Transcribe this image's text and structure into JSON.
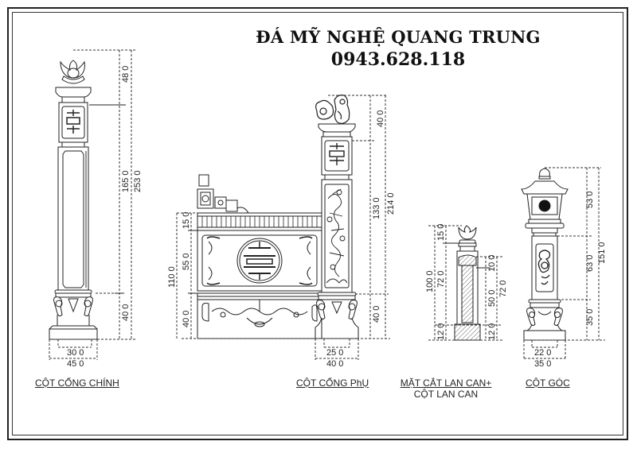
{
  "header": {
    "company": "ĐÁ MỸ NGHỆ QUANG TRUNG",
    "phone": "0943.628.118"
  },
  "drawings": {
    "cot_cong_chinh": {
      "caption": "CỘT CỔNG CHÍNH",
      "dims": {
        "top": "48 0",
        "body": "165 0",
        "total": "253 0",
        "base": "40 0",
        "inner_width": "30 0",
        "outer_width": "45 0"
      }
    },
    "cot_cong_phu": {
      "caption": "CỘT CỔNG PhỤ",
      "dims": {
        "top": "40 0",
        "body": "133 0",
        "total": "214 0",
        "base": "40 0",
        "inner_width": "25 0",
        "outer_width": "40 0"
      },
      "railing_dims": {
        "top_rail": "15 0",
        "panel": "55 0",
        "total": "110 0",
        "bottom": "40 0"
      }
    },
    "mat_cat_lan_can": {
      "caption_line1": "MẶT CẮT LAN CAN+",
      "caption_line2": "CỘT LAN CAN",
      "dims": {
        "cap": "15 0",
        "left_body": "72 0",
        "left_total": "100 0",
        "left_base": "12 0",
        "rail": "10 0",
        "mid": "50 0",
        "right_total": "72 0",
        "right_base": "12 0"
      }
    },
    "cot_goc": {
      "caption": "CỘT GÓC",
      "dims": {
        "top": "53 0",
        "body": "63 0",
        "total": "151 0",
        "base": "35 0",
        "inner_width": "22 0",
        "outer_width": "35 0"
      }
    }
  }
}
